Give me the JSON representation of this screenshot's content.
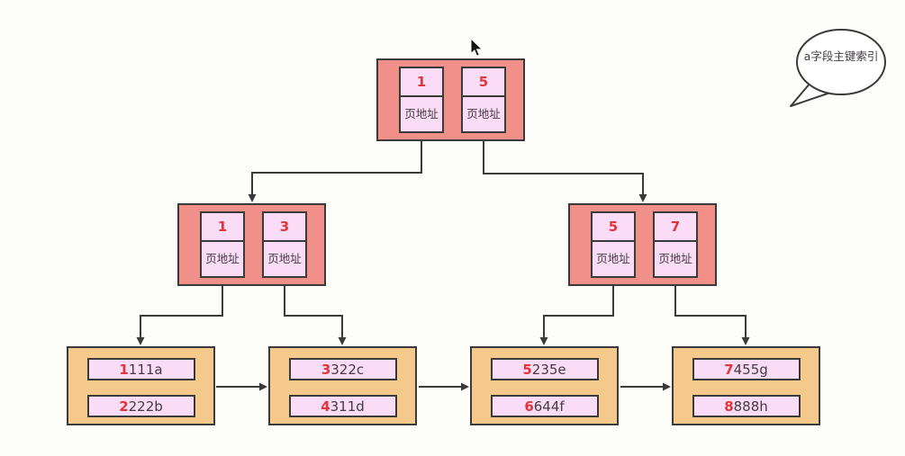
{
  "colors": {
    "node_fill": "#f19089",
    "leaf_fill": "#f5c88b",
    "cell_fill": "#fbdcf7",
    "border": "#3a3a3a",
    "key_red": "#e1353a",
    "text_dark": "#433c43",
    "bg": "#fdfdfa"
  },
  "annotation": {
    "bubble_text": "a字段主键索引"
  },
  "tree": {
    "root": {
      "cells": [
        {
          "key": "1",
          "label": "页地址"
        },
        {
          "key": "5",
          "label": "页地址"
        }
      ]
    },
    "internal_left": {
      "cells": [
        {
          "key": "1",
          "label": "页地址"
        },
        {
          "key": "3",
          "label": "页地址"
        }
      ]
    },
    "internal_right": {
      "cells": [
        {
          "key": "5",
          "label": "页地址"
        },
        {
          "key": "7",
          "label": "页地址"
        }
      ]
    },
    "leaves": [
      {
        "rows": [
          {
            "key": "1",
            "rest": "111a"
          },
          {
            "key": "2",
            "rest": "222b"
          }
        ]
      },
      {
        "rows": [
          {
            "key": "3",
            "rest": "322c"
          },
          {
            "key": "4",
            "rest": "311d"
          }
        ]
      },
      {
        "rows": [
          {
            "key": "5",
            "rest": "235e"
          },
          {
            "key": "6",
            "rest": "644f"
          }
        ]
      },
      {
        "rows": [
          {
            "key": "7",
            "rest": "455g"
          },
          {
            "key": "8",
            "rest": "888h"
          }
        ]
      }
    ]
  }
}
